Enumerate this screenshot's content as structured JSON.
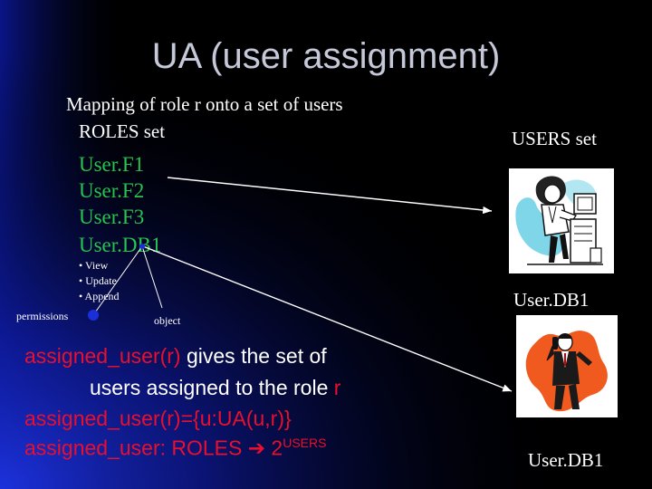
{
  "slide": {
    "title": "UA (user assignment)",
    "subtitle": "Mapping of role r onto a set of users",
    "roles_label": "ROLES set",
    "users_label": "USERS set",
    "roles": [
      "User.F1",
      "User.F2",
      "User.F3",
      "User.DB1"
    ],
    "permissions": [
      "• View",
      "• Update",
      "• Append"
    ],
    "permissions_label": "permissions",
    "object_label": "object",
    "user_pic_labels": [
      "User.DB1",
      "User.DB1"
    ],
    "statements": {
      "line1_red": "assigned_user(r)",
      "line1_white": " gives the set of",
      "line2_white": "users assigned to the role ",
      "line2_red": "r",
      "line3": "assigned_user(r)={u:UA(u,r)}",
      "line4_prefix": "assigned_user: ROLES ",
      "line4_arrow": "➔",
      "line4_base": " 2",
      "line4_sup": "USERS"
    },
    "colors": {
      "background": "#000000",
      "title": "#c4c8d8",
      "green_text": "#27c44f",
      "red_text": "#e8102c",
      "accent_blue": "#1a2fd8"
    },
    "icons": [
      "woman-at-computer-clipart",
      "man-on-phone-clipart"
    ]
  }
}
